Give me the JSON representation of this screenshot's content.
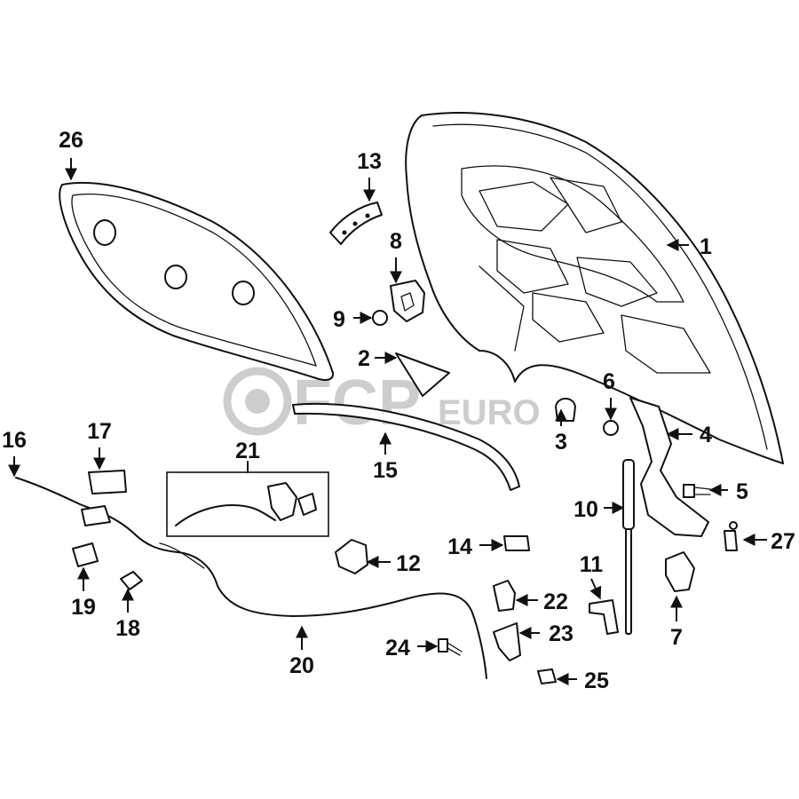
{
  "watermark": {
    "brand_a": "FCP",
    "brand_b": "EURO"
  },
  "colors": {
    "ink": "#111111",
    "watermark": "#c8c8c8",
    "background": "#ffffff"
  },
  "parts": [
    {
      "id": "1",
      "label": "1"
    },
    {
      "id": "2",
      "label": "2"
    },
    {
      "id": "3",
      "label": "3"
    },
    {
      "id": "4",
      "label": "4"
    },
    {
      "id": "5",
      "label": "5"
    },
    {
      "id": "6",
      "label": "6"
    },
    {
      "id": "7",
      "label": "7"
    },
    {
      "id": "8",
      "label": "8"
    },
    {
      "id": "9",
      "label": "9"
    },
    {
      "id": "10",
      "label": "10"
    },
    {
      "id": "11",
      "label": "11"
    },
    {
      "id": "12",
      "label": "12"
    },
    {
      "id": "13",
      "label": "13"
    },
    {
      "id": "14",
      "label": "14"
    },
    {
      "id": "15",
      "label": "15"
    },
    {
      "id": "16",
      "label": "16"
    },
    {
      "id": "17",
      "label": "17"
    },
    {
      "id": "18",
      "label": "18"
    },
    {
      "id": "19",
      "label": "19"
    },
    {
      "id": "20",
      "label": "20"
    },
    {
      "id": "21",
      "label": "21"
    },
    {
      "id": "22",
      "label": "22"
    },
    {
      "id": "23",
      "label": "23"
    },
    {
      "id": "24",
      "label": "24"
    },
    {
      "id": "25",
      "label": "25"
    },
    {
      "id": "26",
      "label": "26"
    },
    {
      "id": "27",
      "label": "27"
    }
  ]
}
